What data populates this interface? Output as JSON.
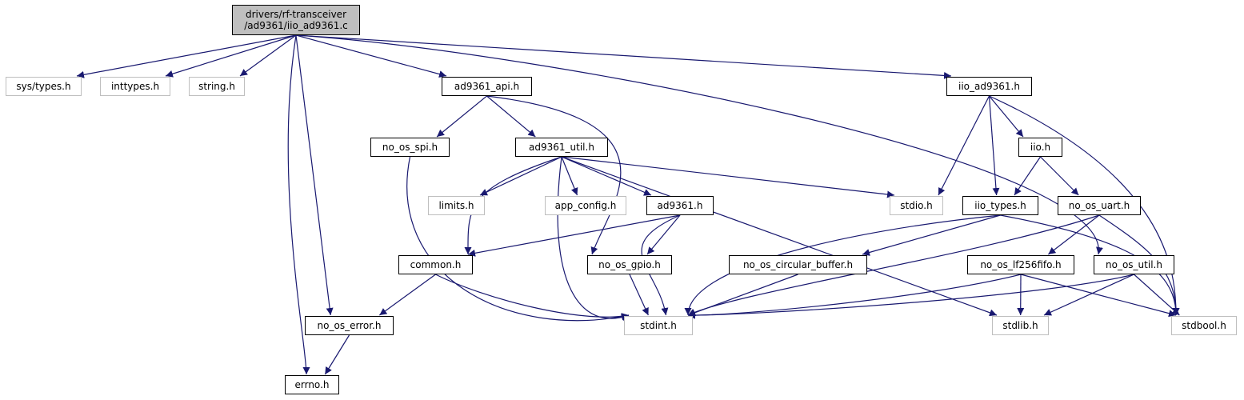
{
  "graph": {
    "edge_color": "#191970",
    "root_fill": "#bfbfbf",
    "external_border": "#bfbfbf",
    "nodes": {
      "root": {
        "line1": "drivers/rf-transceiver",
        "line2": "/ad9361/iio_ad9361.c"
      },
      "sys_types": "sys/types.h",
      "inttypes": "inttypes.h",
      "string": "string.h",
      "ad9361_api": "ad9361_api.h",
      "iio_ad9361": "iio_ad9361.h",
      "no_os_spi": "no_os_spi.h",
      "ad9361_util": "ad9361_util.h",
      "iio": "iio.h",
      "limits": "limits.h",
      "app_config": "app_config.h",
      "ad9361": "ad9361.h",
      "stdio": "stdio.h",
      "iio_types": "iio_types.h",
      "no_os_uart": "no_os_uart.h",
      "common": "common.h",
      "no_os_gpio": "no_os_gpio.h",
      "no_os_circular_buffer": "no_os_circular_buffer.h",
      "no_os_lf256fifo": "no_os_lf256fifo.h",
      "no_os_util": "no_os_util.h",
      "no_os_error": "no_os_error.h",
      "stdint": "stdint.h",
      "stdlib": "stdlib.h",
      "stdbool": "stdbool.h",
      "errno": "errno.h"
    },
    "edges": [
      [
        "root",
        "sys_types"
      ],
      [
        "root",
        "inttypes"
      ],
      [
        "root",
        "string"
      ],
      [
        "root",
        "errno"
      ],
      [
        "root",
        "no_os_error"
      ],
      [
        "root",
        "ad9361_api"
      ],
      [
        "root",
        "iio_ad9361"
      ],
      [
        "root",
        "no_os_util"
      ],
      [
        "ad9361_api",
        "no_os_spi"
      ],
      [
        "ad9361_api",
        "ad9361_util"
      ],
      [
        "ad9361_api",
        "no_os_gpio"
      ],
      [
        "ad9361_util",
        "common"
      ],
      [
        "ad9361_util",
        "limits"
      ],
      [
        "ad9361_util",
        "app_config"
      ],
      [
        "ad9361_util",
        "ad9361"
      ],
      [
        "ad9361_util",
        "stdint"
      ],
      [
        "ad9361_util",
        "stdio"
      ],
      [
        "ad9361_util",
        "stdlib"
      ],
      [
        "no_os_spi",
        "stdint"
      ],
      [
        "ad9361",
        "common"
      ],
      [
        "ad9361",
        "no_os_gpio"
      ],
      [
        "ad9361",
        "stdint"
      ],
      [
        "common",
        "no_os_error"
      ],
      [
        "common",
        "stdint"
      ],
      [
        "no_os_gpio",
        "stdint"
      ],
      [
        "no_os_error",
        "errno"
      ],
      [
        "iio_ad9361",
        "stdio"
      ],
      [
        "iio_ad9361",
        "iio_types"
      ],
      [
        "iio_ad9361",
        "iio"
      ],
      [
        "iio_ad9361",
        "stdbool"
      ],
      [
        "iio",
        "iio_types"
      ],
      [
        "iio",
        "no_os_uart"
      ],
      [
        "iio_types",
        "no_os_circular_buffer"
      ],
      [
        "iio_types",
        "stdint"
      ],
      [
        "iio_types",
        "stdbool"
      ],
      [
        "no_os_uart",
        "stdint"
      ],
      [
        "no_os_uart",
        "no_os_lf256fifo"
      ],
      [
        "no_os_uart",
        "stdbool"
      ],
      [
        "no_os_circular_buffer",
        "stdint"
      ],
      [
        "no_os_lf256fifo",
        "stdint"
      ],
      [
        "no_os_lf256fifo",
        "stdlib"
      ],
      [
        "no_os_lf256fifo",
        "stdbool"
      ],
      [
        "no_os_util",
        "stdint"
      ],
      [
        "no_os_util",
        "stdlib"
      ],
      [
        "no_os_util",
        "stdbool"
      ]
    ]
  }
}
